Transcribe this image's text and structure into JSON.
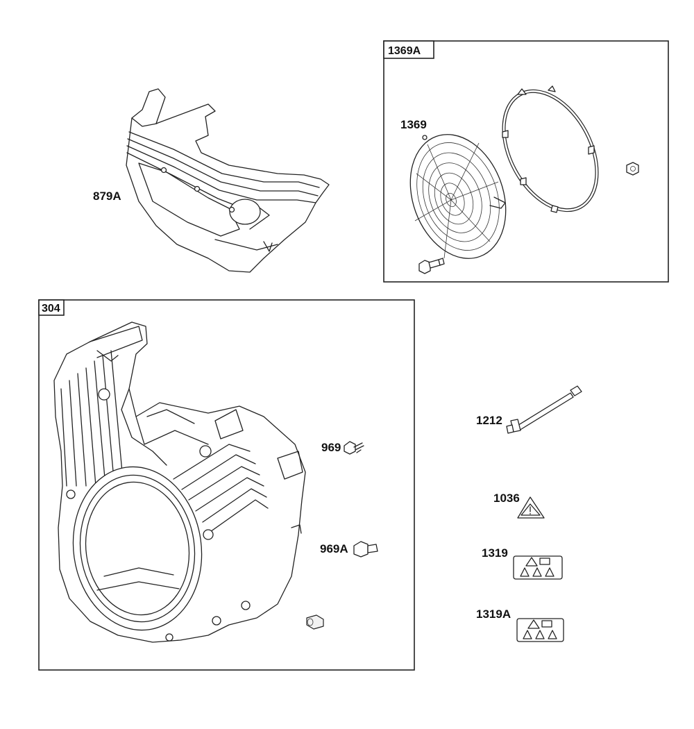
{
  "callouts": {
    "p879A": "879A",
    "p1369A": "1369A",
    "p1369": "1369",
    "p304": "304",
    "p969": "969",
    "p969A": "969A",
    "p1212": "1212",
    "p1036": "1036",
    "p1319": "1319",
    "p1319A": "1319A"
  }
}
